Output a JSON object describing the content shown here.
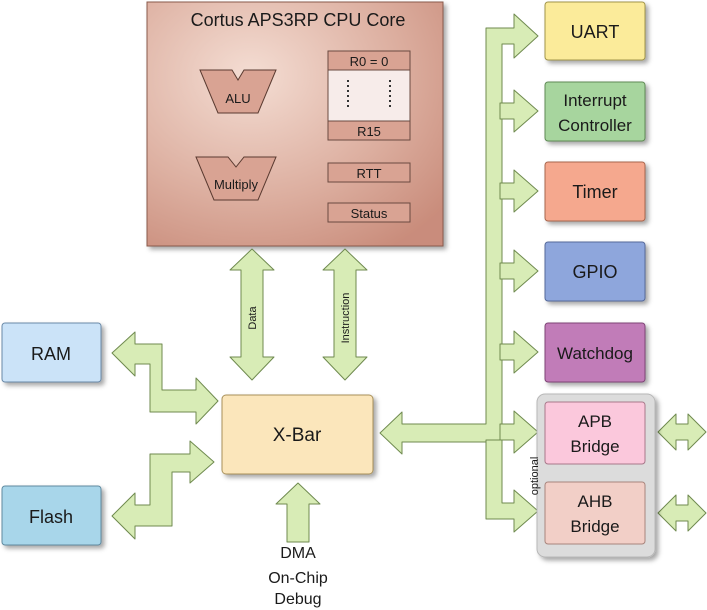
{
  "cpu": {
    "title": "Cortus APS3RP CPU Core",
    "alu": "ALU",
    "multiply": "Multiply",
    "r0": "R0 = 0",
    "r15": "R15",
    "rtt": "RTT",
    "status": "Status"
  },
  "bus": {
    "data": "Data",
    "instruction": "Instruction",
    "optional": "optional"
  },
  "xbar": "X-Bar",
  "memories": {
    "ram": "RAM",
    "flash": "Flash"
  },
  "inputs": {
    "dma": "DMA",
    "debug_line1": "On-Chip",
    "debug_line2": "Debug"
  },
  "peripherals": {
    "uart": "UART",
    "interrupt_line1": "Interrupt",
    "interrupt_line2": "Controller",
    "timer": "Timer",
    "gpio": "GPIO",
    "watchdog": "Watchdog",
    "apb_line1": "APB",
    "apb_line2": "Bridge",
    "ahb_line1": "AHB",
    "ahb_line2": "Bridge"
  },
  "colors": {
    "arrow_fill": "#d8ecb6",
    "arrow_stroke": "#6f8a4f",
    "cpu_fill": "#d8a596",
    "uart": "#fbeb9a",
    "interrupt": "#a7d59e",
    "timer": "#f5a88e",
    "gpio": "#8ea6dc",
    "watchdog": "#c17bb8",
    "apb": "#fbc8dc",
    "ahb": "#f2cfc7",
    "ram": "#cbe3f8",
    "flash": "#a8d6ea",
    "xbar": "#fbe6bb"
  }
}
